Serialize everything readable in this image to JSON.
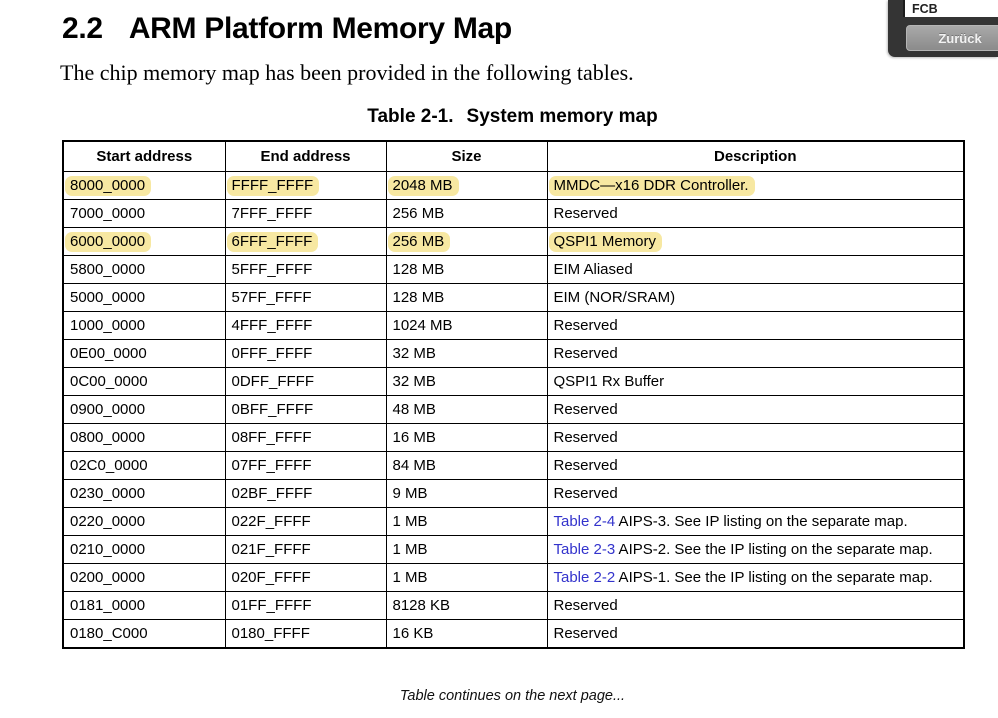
{
  "page": {
    "heading_number": "2.2",
    "heading_title": "ARM Platform Memory Map",
    "intro": "The chip memory map has been provided in the following tables.",
    "caption_label": "Table 2-1.",
    "caption_title": "System memory map",
    "continuation_note": "Table continues on the next page..."
  },
  "overlay": {
    "field_value": "FCB",
    "back_button_label": "Zurück"
  },
  "memory_table": {
    "columns": [
      "Start address",
      "End address",
      "Size",
      "Description"
    ],
    "link_color": "#3333cc",
    "highlight_color": "#f7e8a2",
    "rows": [
      {
        "start": "8000_0000",
        "end": "FFFF_FFFF",
        "size": "2048 MB",
        "desc": "MMDC—x16 DDR Controller.",
        "highlight": true
      },
      {
        "start": "7000_0000",
        "end": "7FFF_FFFF",
        "size": "256 MB",
        "desc": "Reserved"
      },
      {
        "start": "6000_0000",
        "end": "6FFF_FFFF",
        "size": "256 MB",
        "desc": "QSPI1 Memory",
        "highlight": true
      },
      {
        "start": "5800_0000",
        "end": "5FFF_FFFF",
        "size": "128 MB",
        "desc": "EIM Aliased"
      },
      {
        "start": "5000_0000",
        "end": "57FF_FFFF",
        "size": "128 MB",
        "desc": "EIM (NOR/SRAM)"
      },
      {
        "start": "1000_0000",
        "end": "4FFF_FFFF",
        "size": "1024 MB",
        "desc": "Reserved"
      },
      {
        "start": "0E00_0000",
        "end": "0FFF_FFFF",
        "size": "32 MB",
        "desc": "Reserved"
      },
      {
        "start": "0C00_0000",
        "end": "0DFF_FFFF",
        "size": "32 MB",
        "desc": "QSPI1 Rx Buffer"
      },
      {
        "start": "0900_0000",
        "end": "0BFF_FFFF",
        "size": "48 MB",
        "desc": "Reserved"
      },
      {
        "start": "0800_0000",
        "end": "08FF_FFFF",
        "size": "16 MB",
        "desc": "Reserved"
      },
      {
        "start": "02C0_0000",
        "end": "07FF_FFFF",
        "size": "84 MB",
        "desc": "Reserved"
      },
      {
        "start": "0230_0000",
        "end": "02BF_FFFF",
        "size": "9 MB",
        "desc": "Reserved"
      },
      {
        "start": "0220_0000",
        "end": "022F_FFFF",
        "size": "1 MB",
        "desc_link": "Table 2-4",
        "desc": " AIPS-3. See IP listing on the separate map."
      },
      {
        "start": "0210_0000",
        "end": "021F_FFFF",
        "size": "1 MB",
        "desc_link": "Table 2-3",
        "desc": " AIPS-2. See the IP listing on the separate map."
      },
      {
        "start": "0200_0000",
        "end": "020F_FFFF",
        "size": "1 MB",
        "desc_link": "Table 2-2",
        "desc": " AIPS-1. See the IP listing on the separate map."
      },
      {
        "start": "0181_0000",
        "end": "01FF_FFFF",
        "size": "8128 KB",
        "desc": "Reserved"
      },
      {
        "start": "0180_C000",
        "end": "0180_FFFF",
        "size": "16 KB",
        "desc": "Reserved"
      }
    ]
  }
}
